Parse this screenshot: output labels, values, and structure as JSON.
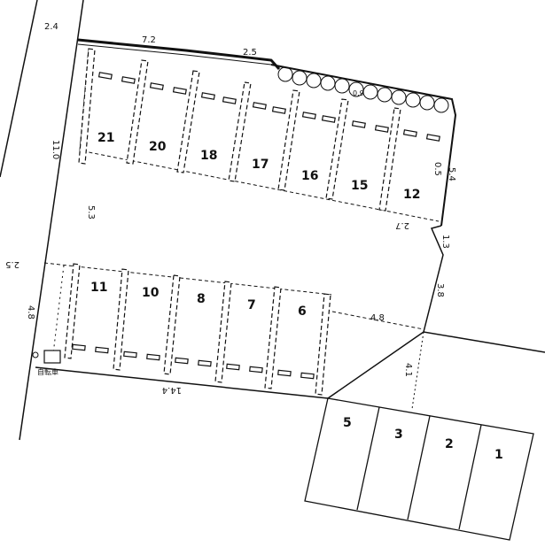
{
  "spaces": {
    "s21": "21",
    "s20": "20",
    "s18": "18",
    "s17": "17",
    "s16": "16",
    "s15": "15",
    "s12": "12",
    "s11": "11",
    "s10": "10",
    "s8": "8",
    "s7": "7",
    "s6": "6",
    "s5": "5",
    "s3": "3",
    "s2": "2",
    "s1": "1"
  },
  "dimensions": {
    "d_2_4": "2.4",
    "d_7_2": "7.2",
    "d_2_5_top": "2.5",
    "d_0_9": "0.9",
    "d_11_0": "11.0",
    "d_5_3": "5.3",
    "d_0_5": "0.5",
    "d_5_4": "5.4",
    "d_2_7": "2.7",
    "d_1_3": "1.3",
    "d_2_5_left": "2.5",
    "d_4_8_left": "4.8",
    "d_3_8": "3.8",
    "d_4_8_mid": "4.8",
    "d_4_1": "4.1",
    "d_14_4": "14.4",
    "d_label_box": "自転車"
  }
}
